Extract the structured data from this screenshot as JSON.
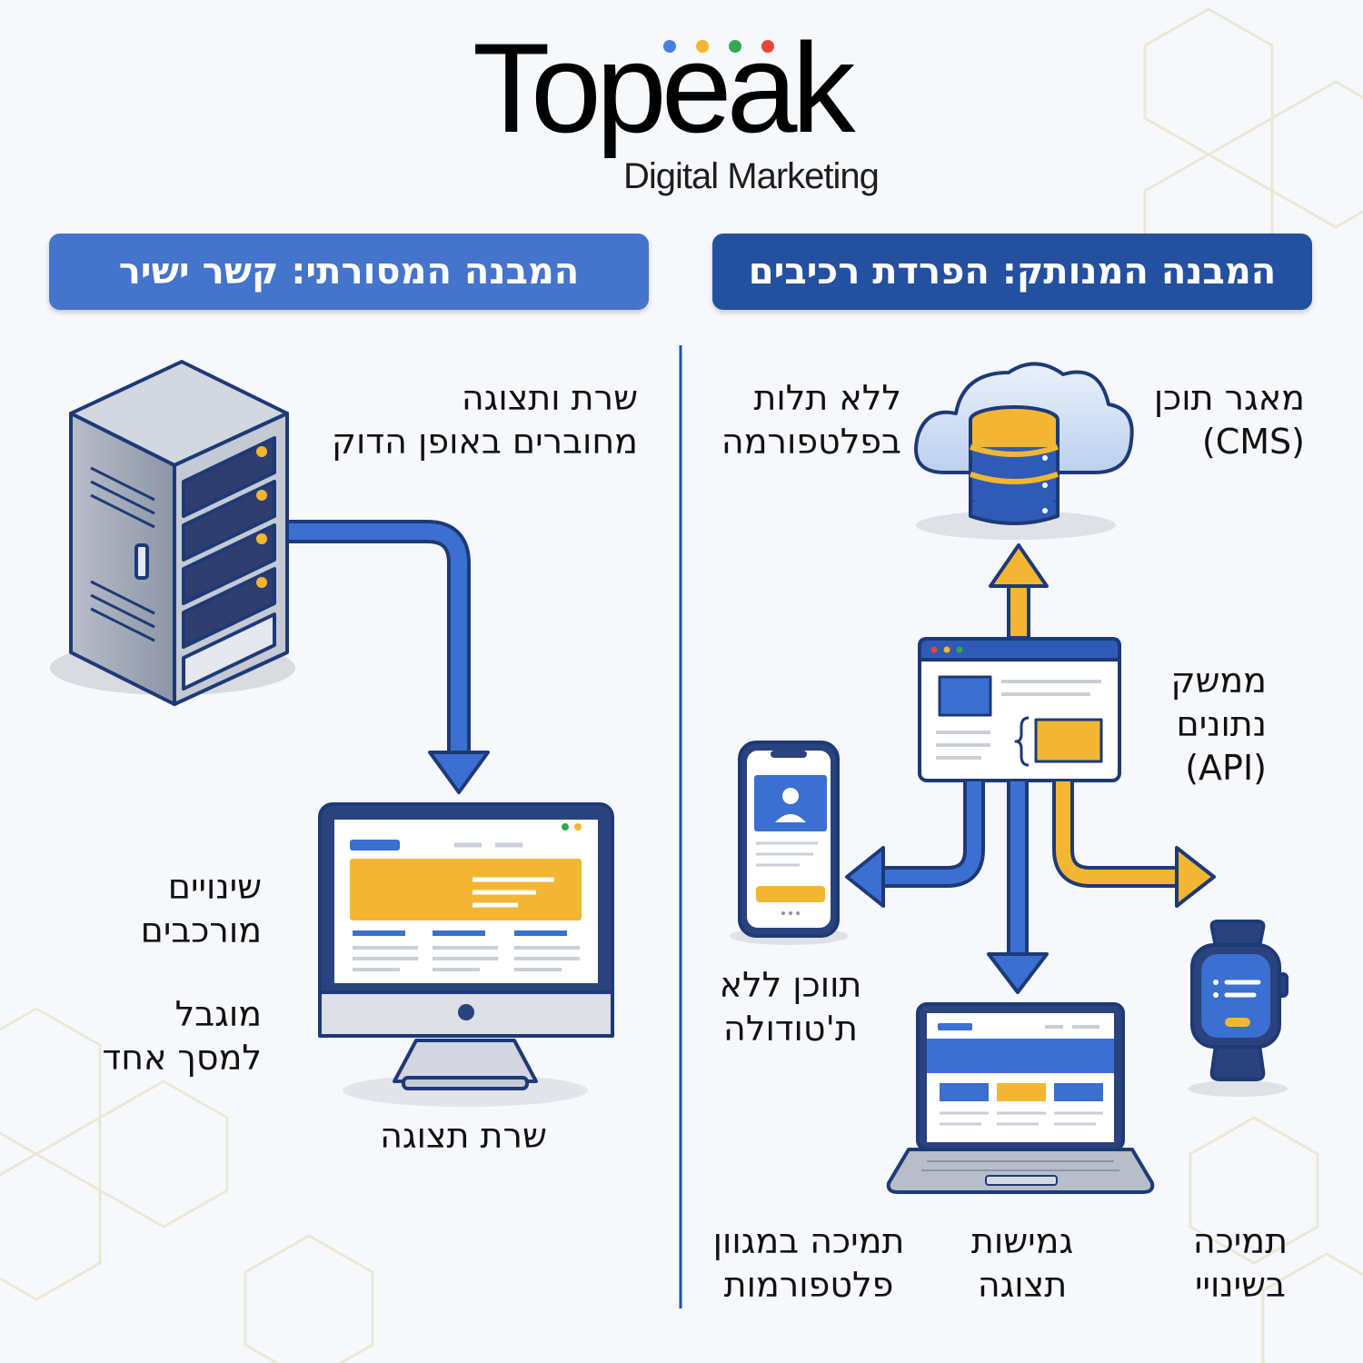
{
  "brand": {
    "name": "Topeak",
    "tagline": "Digital Marketing",
    "dot_colors": [
      "#4a7fe0",
      "#f2b632",
      "#35a853",
      "#e8453c"
    ]
  },
  "colors": {
    "blue": "#2f5bb7",
    "dark_blue": "#1e4790",
    "yellow": "#f2b632",
    "outline": "#1d3a78"
  },
  "left_panel": {
    "title": "המבנה המסורתי: קשר ישיר",
    "server_caption": [
      "שרת ותצוגה",
      "מחוברים באופן הדוק"
    ],
    "note_complex": [
      "שינויים",
      "מורכבים"
    ],
    "note_limited": [
      "מוגבל",
      "למסך אחד"
    ],
    "display_caption": "שרת תצוגה"
  },
  "right_panel": {
    "title": "המבנה המנותק: הפרדת רכיבים",
    "cms_label": [
      "מאגר תוכן",
      "(CMS)"
    ],
    "independence_label": [
      "ללא תלות",
      "בפלטפורמה"
    ],
    "api_label": [
      "ממשק",
      "נתונים",
      "(API)"
    ],
    "content_label": [
      "תווכן ללא",
      "ת'טודולה"
    ],
    "bottom_labels": [
      [
        "תמיכה במגוון",
        "פלטפורמות"
      ],
      [
        "גמישות",
        "תצוגה"
      ],
      [
        "תמיכה",
        "בשינויי"
      ]
    ]
  }
}
